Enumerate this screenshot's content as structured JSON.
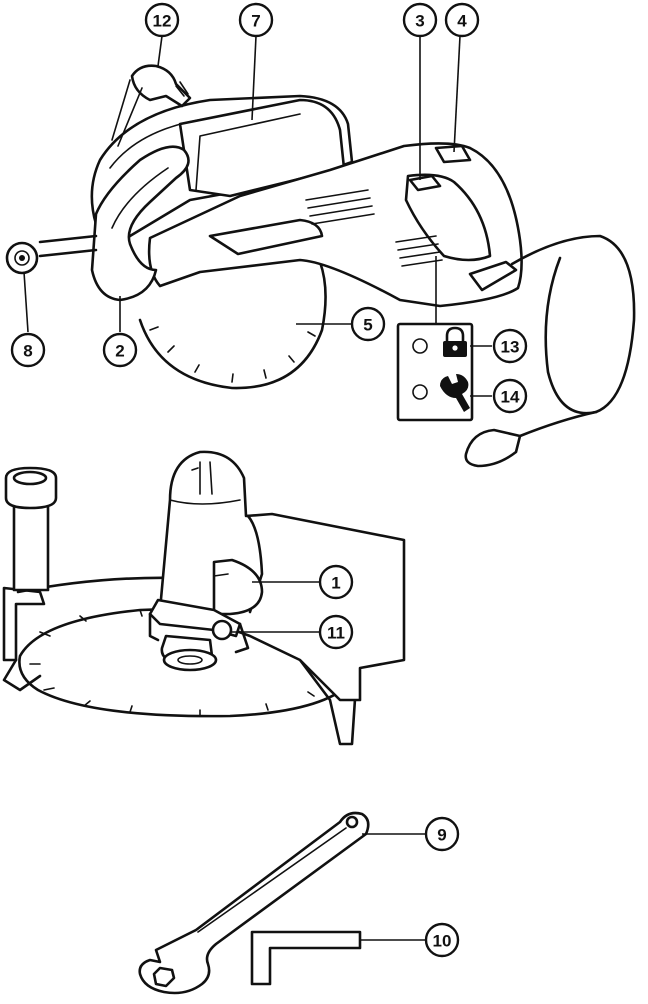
{
  "callouts": [
    {
      "id": "c12",
      "label": "12",
      "part": "blade-guard-lever"
    },
    {
      "id": "c7",
      "label": "7",
      "part": "motor-housing"
    },
    {
      "id": "c3",
      "label": "3",
      "part": "on-off-switch"
    },
    {
      "id": "c4",
      "label": "4",
      "part": "main-handle"
    },
    {
      "id": "c8",
      "label": "8",
      "part": "water-connector"
    },
    {
      "id": "c2",
      "label": "2",
      "part": "auxiliary-handle"
    },
    {
      "id": "c5",
      "label": "5",
      "part": "diamond-blade"
    },
    {
      "id": "c13",
      "label": "13",
      "part": "lock-indicator"
    },
    {
      "id": "c14",
      "label": "14",
      "part": "service-indicator"
    },
    {
      "id": "c1",
      "label": "1",
      "part": "spindle-lock-button"
    },
    {
      "id": "c11",
      "label": "11",
      "part": "spindle-lock"
    },
    {
      "id": "c9",
      "label": "9",
      "part": "spanner-wrench"
    },
    {
      "id": "c10",
      "label": "10",
      "part": "hex-key"
    }
  ],
  "icons": [
    "padlock-icon",
    "wrench-icon"
  ]
}
